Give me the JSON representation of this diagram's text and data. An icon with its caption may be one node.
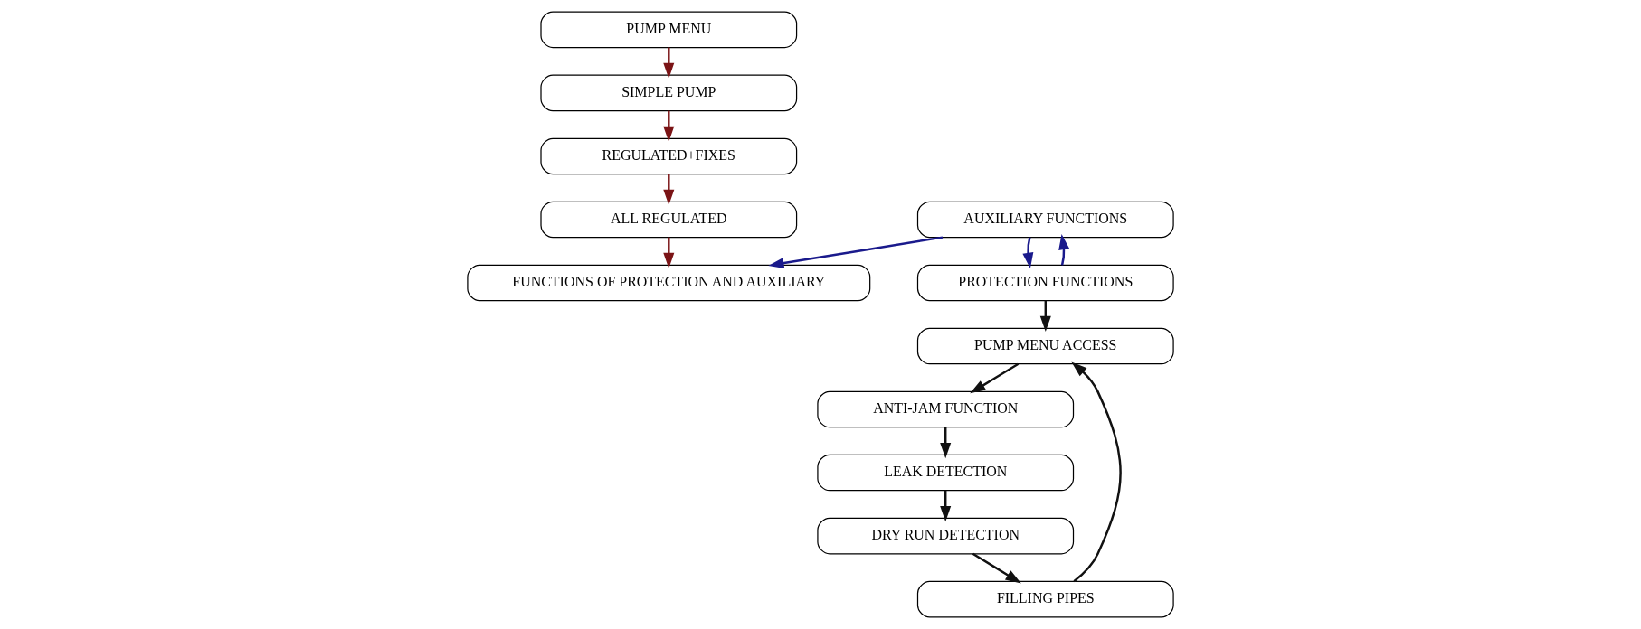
{
  "diagram": {
    "nodes": [
      {
        "text": [
          "PUMP MENU"
        ]
      },
      {
        "text": [
          "SIMPLE PUMP"
        ]
      },
      {
        "text": [
          "REGULATED+FIXES"
        ]
      },
      {
        "text": [
          "ALL REGULATED"
        ]
      },
      {
        "text": [
          "FUNCTIONS OF PROTECTION AND AUXILIARY"
        ]
      },
      {
        "text": [
          "PROTECTION FUNCTIONS"
        ]
      },
      {
        "text": [
          "AUXILIARY FUNCTIONS"
        ]
      },
      {
        "text": [
          "PUMP MENU ACCESS"
        ]
      },
      {
        "text": [
          "ANTI-JAM FUNCTION"
        ]
      },
      {
        "text": [
          "LEAK DETECTION"
        ]
      },
      {
        "text": [
          "DRY RUN DETECTION"
        ]
      },
      {
        "text": [
          "FILLING PIPES"
        ]
      }
    ],
    "edges": [
      {
        "from": 0,
        "to": 1,
        "arrow": "to",
        "color": "#7b1416"
      },
      {
        "from": 1,
        "to": 2,
        "arrow": "to",
        "color": "#7b1416"
      },
      {
        "from": 2,
        "to": 3,
        "arrow": "to",
        "color": "#7b1416"
      },
      {
        "from": 3,
        "to": 4,
        "arrow": "to",
        "color": "#7b1416"
      },
      {
        "from": 5,
        "to": 6,
        "arrow": "to",
        "color": "#1a1a8c"
      },
      {
        "from": 6,
        "to": 5,
        "arrow": "to",
        "color": "#1a1a8c"
      },
      {
        "from": 6,
        "to": 4,
        "arrow": "to",
        "color": "#1a1a8c"
      },
      {
        "from": 5,
        "to": 7,
        "arrow": "to"
      },
      {
        "from": 7,
        "to": 8,
        "arrow": "to"
      },
      {
        "from": 8,
        "to": 9,
        "arrow": "to"
      },
      {
        "from": 9,
        "to": 10,
        "arrow": "to"
      },
      {
        "from": 10,
        "to": 11,
        "arrow": "to"
      },
      {
        "from": 11,
        "to": 7,
        "arrow": "to"
      }
    ]
  }
}
